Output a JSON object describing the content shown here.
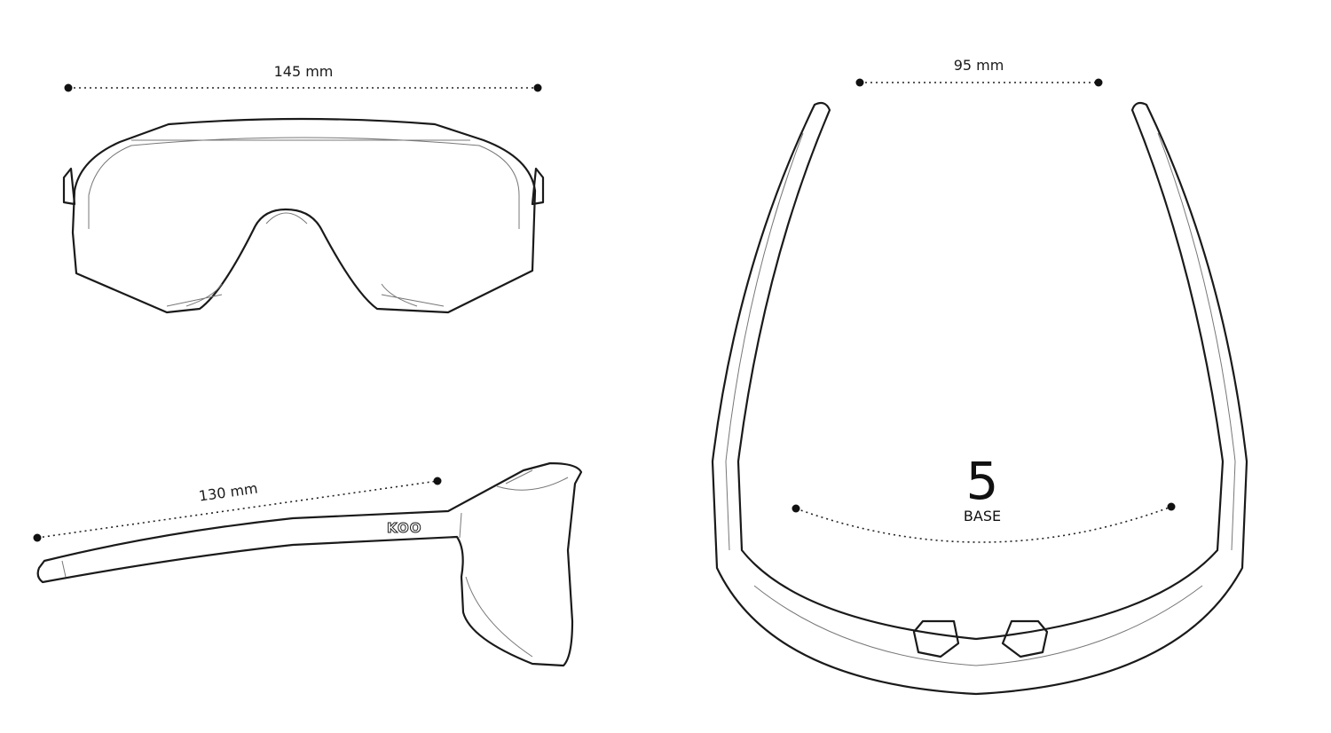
{
  "front_view": {
    "width_label": "145 mm"
  },
  "side_view": {
    "temple_label": "130 mm",
    "logo": "KOO"
  },
  "top_view": {
    "width_label": "95 mm",
    "base_number": "5",
    "base_label": "BASE"
  }
}
